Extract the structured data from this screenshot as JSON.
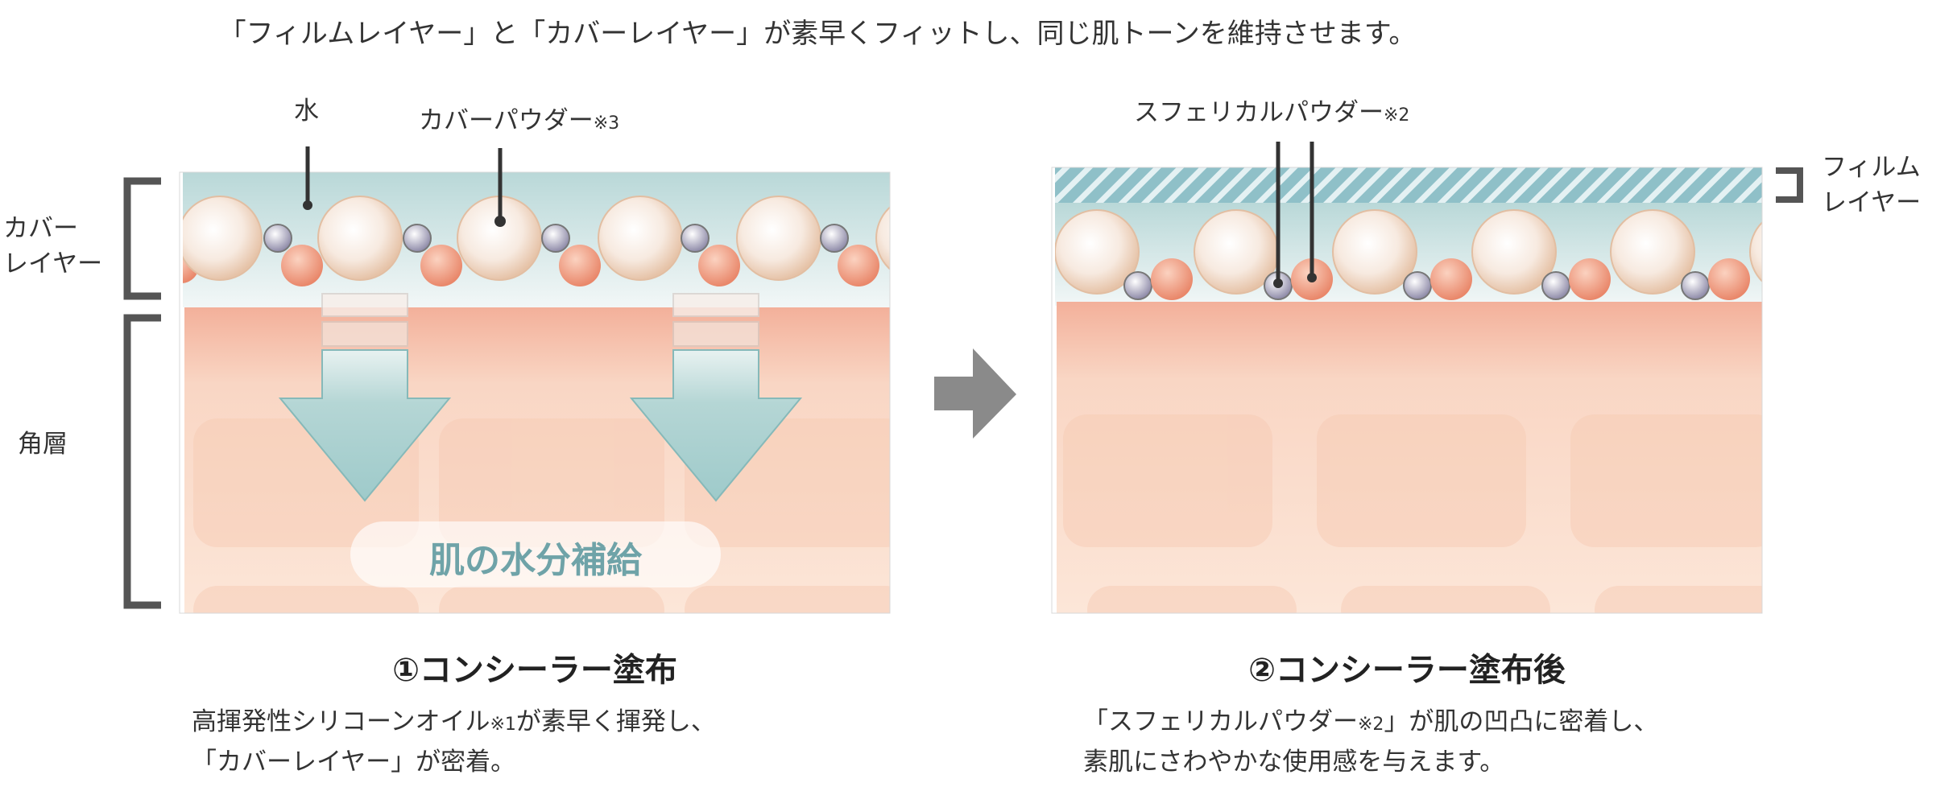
{
  "title": "「フィルムレイヤー」と「カバーレイヤー」が素早くフィットし、同じ肌トーンを維持させます。",
  "left": {
    "label_water": "水",
    "label_cover_powder": "カバーパウダー",
    "label_cover_powder_note": "※3",
    "side_cover_layer_1": "カバー",
    "side_cover_layer_2": "レイヤー",
    "side_stratum": "角層",
    "hydration_text": "肌の水分補給",
    "caption": "①コンシーラー塗布",
    "desc_line1_a": "高揮発性シリコーンオイル",
    "desc_line1_note": "※1",
    "desc_line1_b": "が素早く揮発し、",
    "desc_line2": "「カバーレイヤー」が密着。"
  },
  "right": {
    "label_spherical": "スフェリカルパウダー",
    "label_spherical_note": "※2",
    "side_film_1": "フィルム",
    "side_film_2": "レイヤー",
    "caption": "②コンシーラー塗布後",
    "desc_line1_a": "「スフェリカルパウダー",
    "desc_line1_note": "※2",
    "desc_line1_b": "」が肌の凹凸に密着し、",
    "desc_line2": "素肌にさわやかな使用感を与えます。"
  },
  "colors": {
    "cover_layer_top": "#b9d8d8",
    "skin_top": "#f3b49e",
    "skin_body": "#fbe3d3",
    "arrow_fill": "#a9cfcf",
    "transition_arrow": "#8a8a8a",
    "bracket": "#555555",
    "large_bead": "#f6e6da",
    "orange_bead": "#ef9f82",
    "purple_bead": "#b9b6cc"
  }
}
